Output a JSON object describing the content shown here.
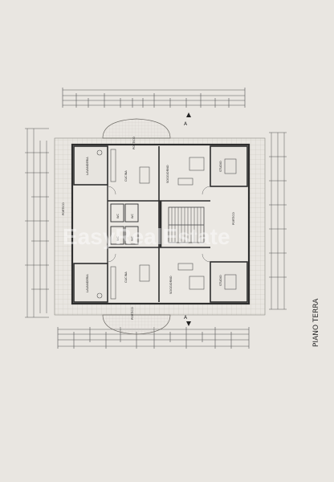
{
  "sheet": {
    "title": "PIANO TERRA",
    "watermark": "EasyRealEstate",
    "section_mark": "A"
  },
  "rooms": {
    "lavanderia": "LAVANDERIA",
    "soggiorno": "SOGGIORNO",
    "cucina": "CUCINA",
    "studio": "STUDIO",
    "portico": "PORTICO",
    "wc": "WC"
  },
  "colors": {
    "paper": "#e9e6e1",
    "ink": "#3c3c3c",
    "grid": "#c9c5bf"
  }
}
